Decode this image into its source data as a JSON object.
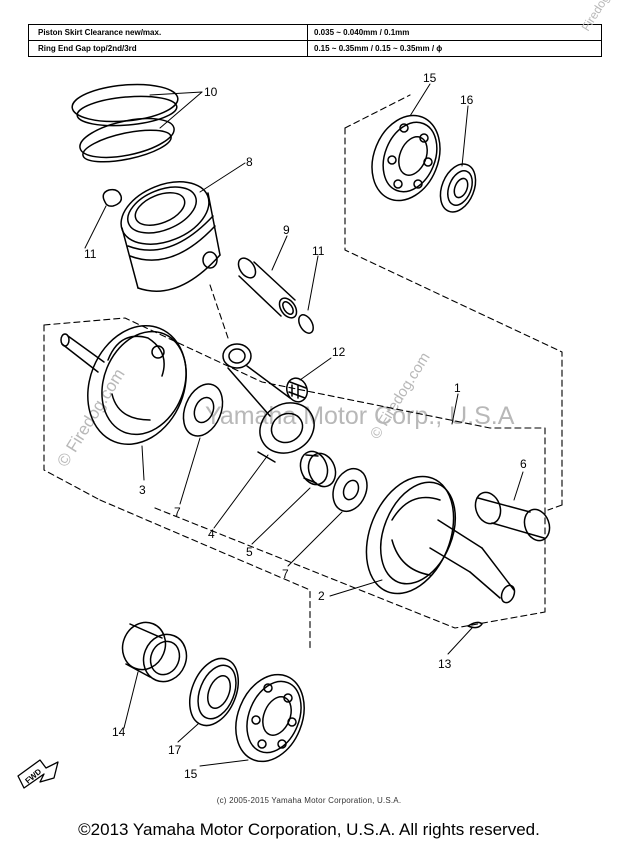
{
  "spec_table": {
    "rows": [
      {
        "label": "Piston Skirt Clearance new/max.",
        "value": "0.035 ~ 0.040mm / 0.1mm"
      },
      {
        "label": "Ring End Gap top/2nd/3rd",
        "value": "0.15 ~ 0.35mm / 0.15 ~ 0.35mm / ϕ"
      }
    ]
  },
  "callouts": {
    "c10": "10",
    "c8": "8",
    "c11a": "11",
    "c9": "9",
    "c11b": "11",
    "c15top": "15",
    "c16": "16",
    "c12": "12",
    "c1": "1",
    "c3": "3",
    "c7a": "7",
    "c4": "4",
    "c5": "5",
    "c7b": "7",
    "c6": "6",
    "c2": "2",
    "c13": "13",
    "c14": "14",
    "c17": "17",
    "c15bot": "15"
  },
  "fwd_label": "FWD",
  "watermarks": {
    "center": "Yamaha Motor Corp., U.S.A",
    "left": "© Firedog.com",
    "right": "© Firedog.com",
    "top_right": "Firedog"
  },
  "inner_copyright": "(c) 2005-2015 Yamaha Motor Corporation, U.S.A.",
  "footer": "©2013 Yamaha Motor Corporation, U.S.A. All rights reserved."
}
